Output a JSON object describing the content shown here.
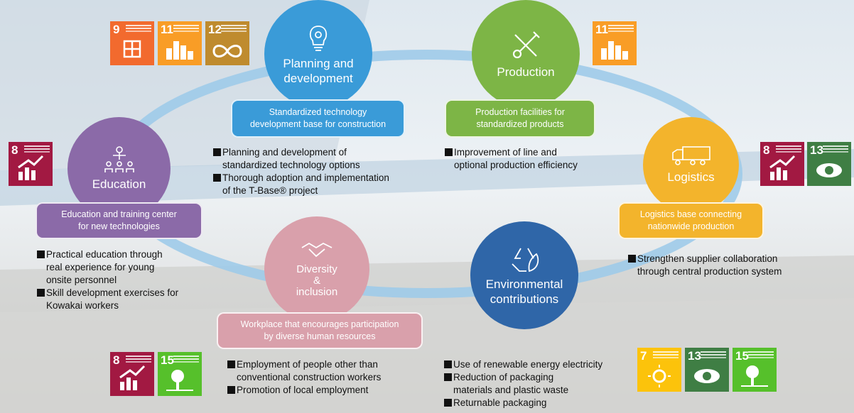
{
  "nodes": {
    "planning": {
      "title_line1": "Planning and",
      "title_line2": "development",
      "box_line1": "Standardized technology",
      "box_line2": "development base for construction",
      "color": "#3a9bd8"
    },
    "production": {
      "title": "Production",
      "box_line1": "Production facilities for",
      "box_line2": "standardized products",
      "color": "#7db546"
    },
    "logistics": {
      "title": "Logistics",
      "box_line1": "Logistics base connecting",
      "box_line2": "nationwide production",
      "color": "#f3b42c"
    },
    "environment": {
      "title_line1": "Environmental",
      "title_line2": "contributions",
      "color": "#2f66a8"
    },
    "diversity": {
      "title_line1": "Diversity",
      "title_line2": "&",
      "title_line3": "inclusion",
      "box_line1": "Workplace that encourages participation",
      "box_line2": "by diverse human resources",
      "color": "#d9a0ab"
    },
    "education": {
      "title": "Education",
      "box_line1": "Education and training center",
      "box_line2": "for new technologies",
      "color": "#8b6aa8"
    }
  },
  "bullets": {
    "planning": [
      "Planning and development of",
      "standardized technology options",
      "Thorough adoption and implementation",
      "of the T-Base® project"
    ],
    "production": [
      "Improvement of line and",
      "optional production efficiency"
    ],
    "logistics": [
      "Strengthen supplier collaboration",
      "through central production system"
    ],
    "environment": [
      "Use of renewable energy electricity",
      "Reduction of packaging",
      "materials and plastic waste",
      "Returnable packaging"
    ],
    "diversity": [
      "Employment of people other than",
      "conventional construction workers",
      "Promotion of local employment"
    ],
    "education": [
      "Practical education through",
      "real experience for young",
      "onsite personnel",
      "Skill development exercises for",
      "Kowakai workers"
    ]
  },
  "sdg_icons": {
    "planning": [
      {
        "number": "9",
        "color": "#f26a2e",
        "icon": "industry-cube-icon"
      },
      {
        "number": "11",
        "color": "#f99d26",
        "icon": "city-icon"
      },
      {
        "number": "12",
        "color": "#bf8b2e",
        "icon": "infinity-icon"
      }
    ],
    "production": [
      {
        "number": "11",
        "color": "#f99d26",
        "icon": "city-icon"
      }
    ],
    "logistics": [
      {
        "number": "8",
        "color": "#a21942",
        "icon": "growth-chart-icon"
      },
      {
        "number": "13",
        "color": "#3f7e44",
        "icon": "eye-icon"
      }
    ],
    "education": [
      {
        "number": "8",
        "color": "#a21942",
        "icon": "growth-chart-icon"
      }
    ],
    "diversity": [
      {
        "number": "8",
        "color": "#a21942",
        "icon": "growth-chart-icon"
      },
      {
        "number": "15",
        "color": "#56c02b",
        "icon": "tree-icon"
      }
    ],
    "environment": [
      {
        "number": "7",
        "color": "#fcc30b",
        "icon": "sun-icon"
      },
      {
        "number": "13",
        "color": "#3f7e44",
        "icon": "eye-icon"
      },
      {
        "number": "15",
        "color": "#56c02b",
        "icon": "tree-icon"
      }
    ]
  }
}
